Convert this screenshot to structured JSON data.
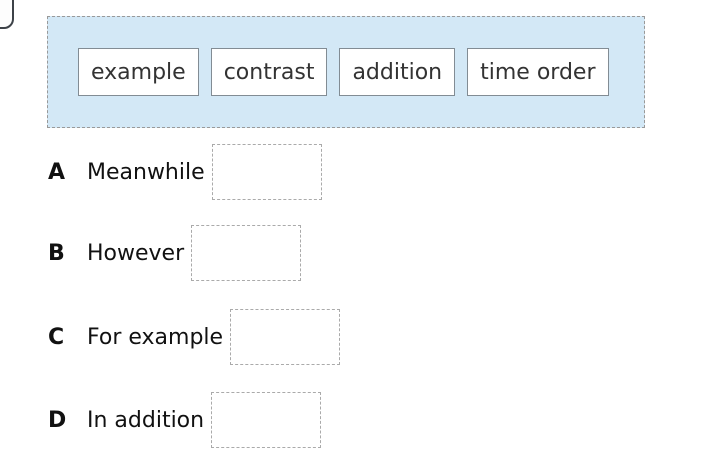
{
  "word_bank": {
    "chips": [
      "example",
      "contrast",
      "addition",
      "time order"
    ]
  },
  "items": [
    {
      "letter": "A",
      "text": "Meanwhile"
    },
    {
      "letter": "B",
      "text": "However"
    },
    {
      "letter": "C",
      "text": "For example"
    },
    {
      "letter": "D",
      "text": "In addition"
    }
  ],
  "colors": {
    "word_bank_background": "#d3e8f6",
    "word_bank_border": "#999999",
    "chip_background": "#ffffff",
    "chip_border": "#828c94",
    "chip_text": "#333333",
    "item_text": "#111111",
    "drop_zone_border": "#aaaaaa",
    "partial_corner_border": "#3d4248"
  }
}
